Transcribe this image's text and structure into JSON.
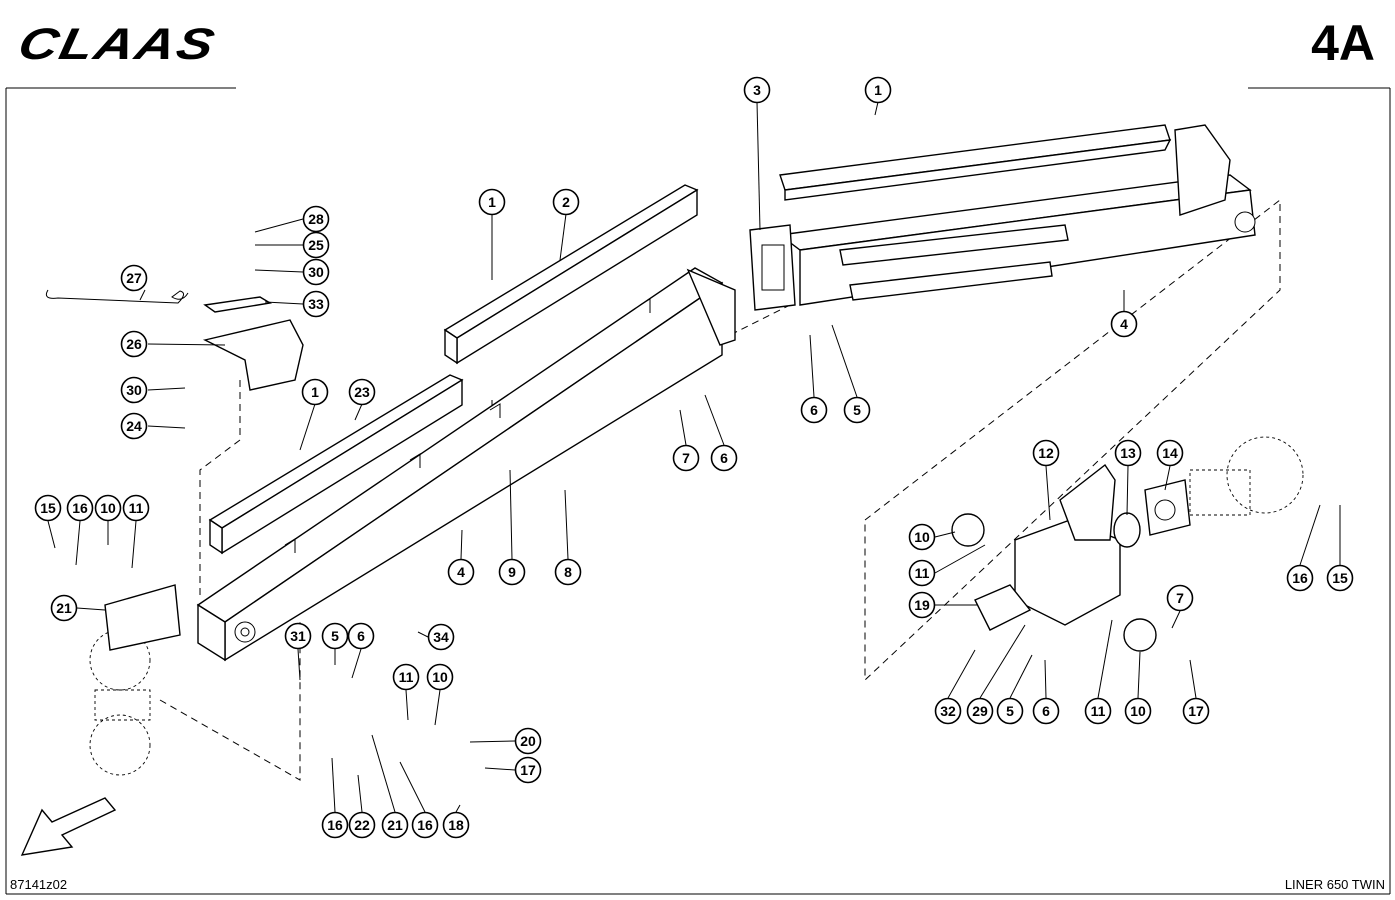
{
  "header": {
    "brand": "CLAAS",
    "page": "4A"
  },
  "footer": {
    "drawing_code": "87141z02",
    "model": "LINER 650 TWIN"
  },
  "callouts": [
    {
      "num": "1"
    },
    {
      "num": "2"
    },
    {
      "num": "1"
    },
    {
      "num": "23"
    },
    {
      "num": "28"
    },
    {
      "num": "25"
    },
    {
      "num": "30"
    },
    {
      "num": "27"
    },
    {
      "num": "33"
    },
    {
      "num": "26"
    },
    {
      "num": "30"
    },
    {
      "num": "24"
    },
    {
      "num": "3"
    },
    {
      "num": "1"
    },
    {
      "num": "4"
    },
    {
      "num": "6"
    },
    {
      "num": "5"
    },
    {
      "num": "7"
    },
    {
      "num": "6"
    },
    {
      "num": "4"
    },
    {
      "num": "9"
    },
    {
      "num": "8"
    },
    {
      "num": "15"
    },
    {
      "num": "16"
    },
    {
      "num": "10"
    },
    {
      "num": "11"
    },
    {
      "num": "21"
    },
    {
      "num": "31"
    },
    {
      "num": "5"
    },
    {
      "num": "6"
    },
    {
      "num": "34"
    },
    {
      "num": "11"
    },
    {
      "num": "10"
    },
    {
      "num": "20"
    },
    {
      "num": "17"
    },
    {
      "num": "16"
    },
    {
      "num": "22"
    },
    {
      "num": "21"
    },
    {
      "num": "16"
    },
    {
      "num": "18"
    },
    {
      "num": "12"
    },
    {
      "num": "13"
    },
    {
      "num": "14"
    },
    {
      "num": "10"
    },
    {
      "num": "11"
    },
    {
      "num": "19"
    },
    {
      "num": "7"
    },
    {
      "num": "16"
    },
    {
      "num": "15"
    },
    {
      "num": "32"
    },
    {
      "num": "29"
    },
    {
      "num": "5"
    },
    {
      "num": "6"
    },
    {
      "num": "11"
    },
    {
      "num": "10"
    },
    {
      "num": "17"
    }
  ]
}
